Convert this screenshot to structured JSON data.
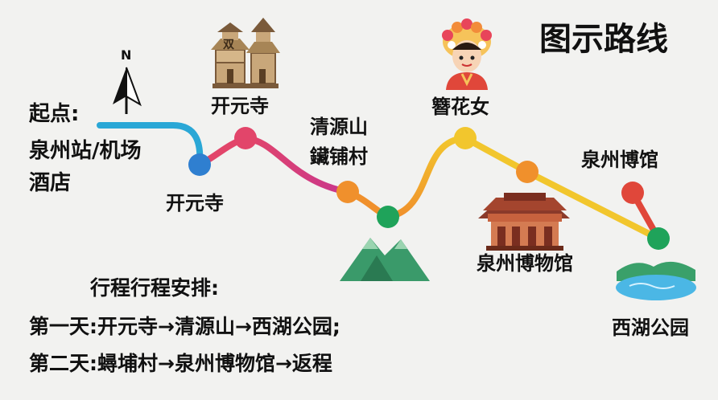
{
  "title": "图示路线",
  "start": {
    "prefix": "起点:",
    "line1": "泉州站/机场",
    "line2": "酒店"
  },
  "compass": {
    "letter": "N"
  },
  "temple_badge": "双",
  "stops": {
    "kaiyuan_top": "开元寺",
    "kaiyuan_bottom": "开元寺",
    "qingyuan_line1": "清源山",
    "qingyuan_line2": "鑶铺村",
    "zanhua": "簪花女",
    "museum_right": "泉州博馆",
    "museum_bottom": "泉州博物馆",
    "westlake": "西湖公园"
  },
  "schedule": {
    "heading": "行程行程安排:",
    "day1": "第一天:开元寺→清源山→西湖公园;",
    "day2": "第二天:蟳埔村→泉州博物馆→返程"
  },
  "colors": {
    "blue": "#2f7fd0",
    "cyan": "#2aa7d6",
    "pink": "#e2456a",
    "magenta": "#c8368d",
    "orange": "#f0902c",
    "yellow": "#f2c62d",
    "green": "#1fa35a",
    "red": "#e0473a"
  }
}
